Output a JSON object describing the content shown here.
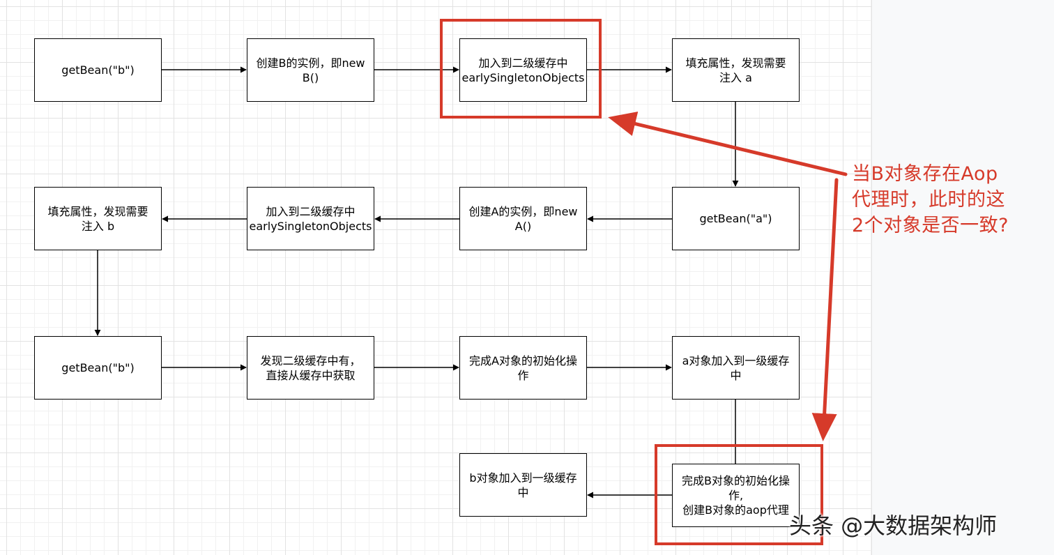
{
  "nodes": {
    "n1": "getBean(\"b\")",
    "n2": "创建B的实例，即new\nB()",
    "n3": "加入到二级缓存中\nearlySingletonObjects",
    "n4": "填充属性，发现需要\n注入 a",
    "n5": "getBean(\"a\")",
    "n6": "创建A的实例，即new\nA()",
    "n7": "加入到二级缓存中\nearlySingletonObjects",
    "n8": "填充属性，发现需要\n注入 b",
    "n9": "getBean(\"b\")",
    "n10": "发现二级缓存中有，\n直接从缓存中获取",
    "n11": "完成A对象的初始化操\n作",
    "n12": "a对象加入到一级缓存\n中",
    "n13": "完成B对象的初始化操\n作,\n创建B对象的aop代理",
    "n14": "b对象加入到一级缓存\n中"
  },
  "annotation": "当B对象存在Aop\n代理时，此时的这\n2个对象是否一致?",
  "watermark": "头条 @大数据架构师",
  "colors": {
    "highlight": "#d63a2a",
    "stroke": "#000000",
    "grid": "#e2e2e2"
  }
}
